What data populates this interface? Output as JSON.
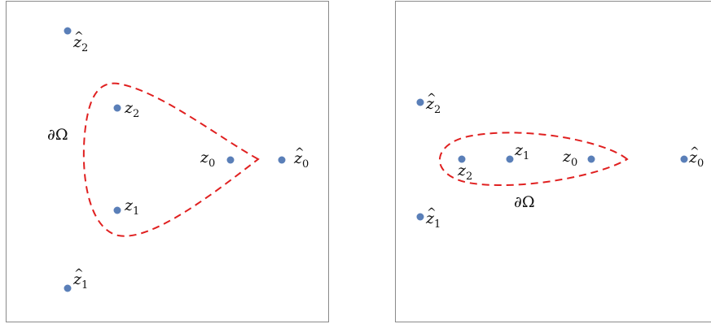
{
  "colors": {
    "point": "#5a7fb8",
    "contour": "#e02020",
    "frame": "#8a8a8a"
  },
  "panels": [
    {
      "id": "left",
      "boundary_label": "∂Ω",
      "points": [
        {
          "letter": "z",
          "hat": "^",
          "index": "2"
        },
        {
          "letter": "z",
          "hat": "",
          "index": "2"
        },
        {
          "letter": "z",
          "hat": "",
          "index": "0"
        },
        {
          "letter": "z",
          "hat": "^",
          "index": "0"
        },
        {
          "letter": "z",
          "hat": "",
          "index": "1"
        },
        {
          "letter": "z",
          "hat": "^",
          "index": "1"
        }
      ]
    },
    {
      "id": "right",
      "boundary_label": "∂Ω",
      "points": [
        {
          "letter": "z",
          "hat": "^",
          "index": "2"
        },
        {
          "letter": "z",
          "hat": "",
          "index": "2"
        },
        {
          "letter": "z",
          "hat": "",
          "index": "1"
        },
        {
          "letter": "z",
          "hat": "",
          "index": "0"
        },
        {
          "letter": "z",
          "hat": "^",
          "index": "0"
        },
        {
          "letter": "z",
          "hat": "^",
          "index": "1"
        }
      ]
    }
  ]
}
